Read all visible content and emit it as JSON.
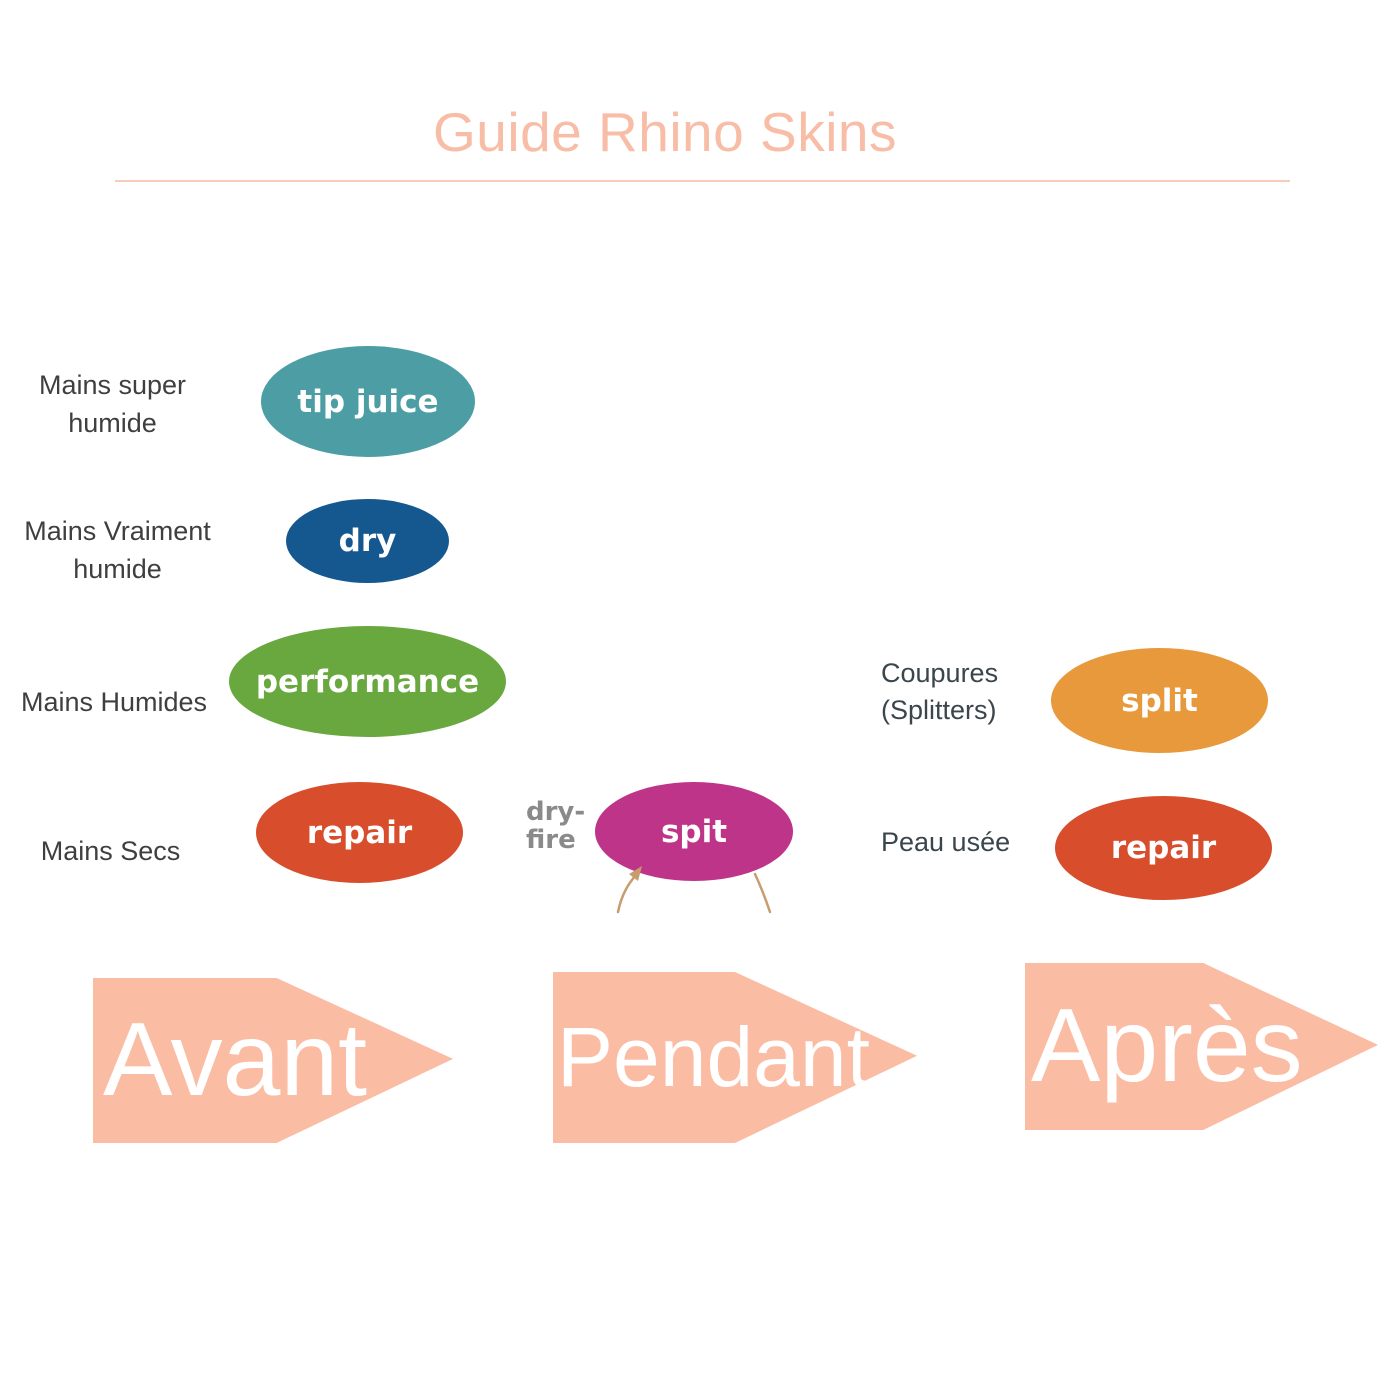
{
  "title": {
    "text": "Guide Rhino Skins"
  },
  "palette": {
    "title_color": "#f8bda6",
    "divider_color": "#f7cdba",
    "label_color": "#3f3f3f",
    "right_label_color": "#3a464b",
    "gray_label_color": "#8a8a8a",
    "ellipse_text_color": "#ffffff",
    "arrow_fill": "#fbbca4",
    "arrow_text_color": "#ffffff",
    "annotation_stroke": "#c99c6f",
    "tip_juice": "#4d9ea4",
    "dry": "#155890",
    "performance": "#69a83e",
    "repair": "#d84e2c",
    "spit": "#be3488",
    "split": "#e8993b"
  },
  "avant_column": {
    "rows": [
      {
        "label": "Mains super humide",
        "product": "tip juice"
      },
      {
        "label": "Mains Vraiment humide",
        "product": "dry"
      },
      {
        "label": "Mains Humides",
        "product": "performance"
      },
      {
        "label": "Mains Secs",
        "product": "repair"
      }
    ]
  },
  "pendant_column": {
    "label": "dry-fire",
    "product": "spit"
  },
  "apres_column": {
    "rows": [
      {
        "label": "Coupures (Splitters)",
        "product": "split"
      },
      {
        "label": "Peau usée",
        "product": "repair"
      }
    ]
  },
  "stages": [
    {
      "name": "Avant"
    },
    {
      "name": "Pendant"
    },
    {
      "name": "Après"
    }
  ]
}
